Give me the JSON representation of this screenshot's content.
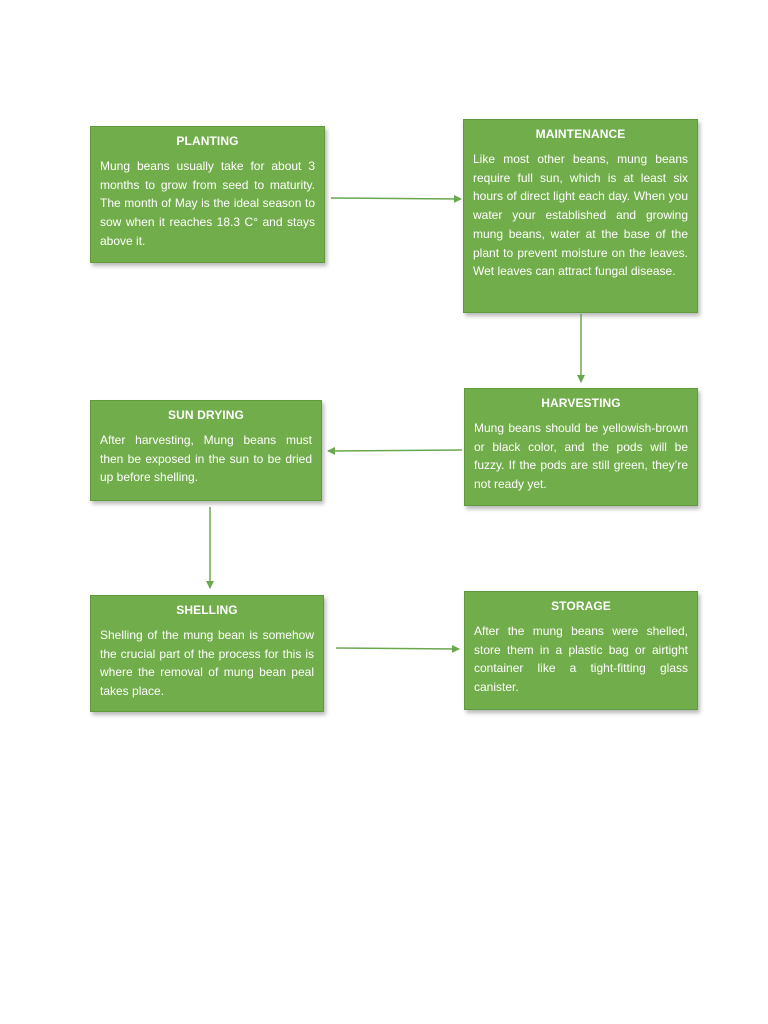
{
  "colors": {
    "box_fill": "#72ad4b",
    "box_border": "#5f9a3c",
    "arrow": "#6aa84f",
    "text": "#ffffff"
  },
  "steps": {
    "planting": {
      "title": "PLANTING",
      "text": "Mung beans usually take for about 3 months to grow from seed to maturity. The month of May is the ideal season to sow when it reaches 18.3 C° and stays above it."
    },
    "maintenance": {
      "title": "MAINTENANCE",
      "text": "Like most other beans, mung beans require full sun, which is at least six hours of direct light each day. When you water your established and growing mung beans, water at the base of the plant to prevent moisture on the leaves. Wet leaves can attract fungal disease."
    },
    "harvesting": {
      "title": "HARVESTING",
      "text": "Mung beans should be yellowish-brown or black color, and the pods will be fuzzy. If the pods are still green, they’re not ready yet."
    },
    "sun_drying": {
      "title": "SUN DRYING",
      "text": "After harvesting, Mung beans must then be exposed in the sun to be dried up before shelling."
    },
    "shelling": {
      "title": "SHELLING",
      "text": "Shelling of the mung bean is somehow the crucial part of the process for this is where the removal of mung bean peal takes place."
    },
    "storage": {
      "title": "STORAGE",
      "text": "After the mung beans were shelled, store them in a plastic bag or airtight container like a tight-fitting glass canister."
    }
  },
  "connections": [
    {
      "from": "planting",
      "to": "maintenance"
    },
    {
      "from": "maintenance",
      "to": "harvesting"
    },
    {
      "from": "harvesting",
      "to": "sun_drying"
    },
    {
      "from": "sun_drying",
      "to": "shelling"
    },
    {
      "from": "shelling",
      "to": "storage"
    }
  ]
}
